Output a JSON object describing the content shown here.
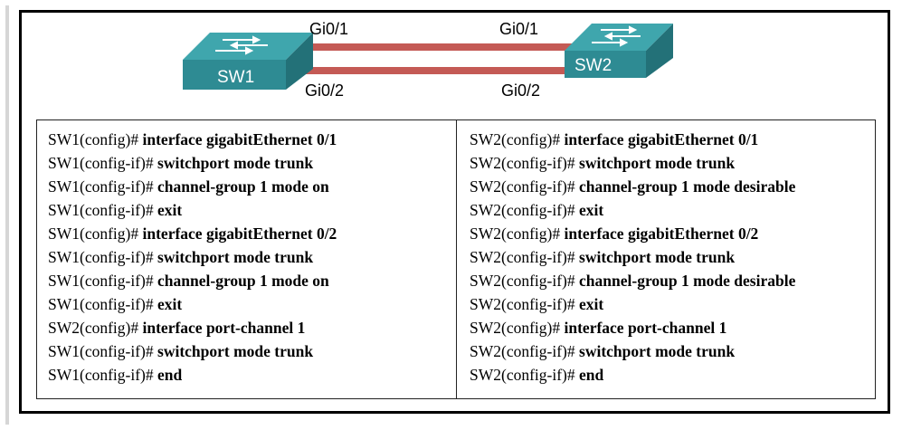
{
  "topology": {
    "switches": [
      {
        "id": "sw1",
        "label": "SW1"
      },
      {
        "id": "sw2",
        "label": "SW2"
      }
    ],
    "ports": {
      "sw1_top": "Gi0/1",
      "sw1_bottom": "Gi0/2",
      "sw2_top": "Gi0/1",
      "sw2_bottom": "Gi0/2"
    },
    "colors": {
      "switch_front": "#2e8b93",
      "switch_top": "#3fa6ad",
      "link": "#c45a55"
    }
  },
  "config": {
    "sw1": [
      {
        "prompt": "SW1(config)# ",
        "command": "interface gigabitEthernet 0/1"
      },
      {
        "prompt": "SW1(config-if)# ",
        "command": "switchport mode trunk"
      },
      {
        "prompt": "SW1(config-if)# ",
        "command": "channel-group 1 mode on"
      },
      {
        "prompt": "SW1(config-if)# ",
        "command": "exit"
      },
      {
        "prompt": "SW1(config)# ",
        "command": "interface gigabitEthernet 0/2"
      },
      {
        "prompt": "SW1(config-if)# ",
        "command": "switchport mode trunk"
      },
      {
        "prompt": "SW1(config-if)# ",
        "command": "channel-group 1 mode on"
      },
      {
        "prompt": "SW1(config-if)# ",
        "command": "exit"
      },
      {
        "prompt": "SW2(config)# ",
        "command": "interface port-channel 1"
      },
      {
        "prompt": "SW1(config-if)# ",
        "command": "switchport mode trunk"
      },
      {
        "prompt": "SW1(config-if)# ",
        "command": "end"
      }
    ],
    "sw2": [
      {
        "prompt": "SW2(config)# ",
        "command": "interface gigabitEthernet 0/1"
      },
      {
        "prompt": "SW2(config-if)# ",
        "command": "switchport mode trunk"
      },
      {
        "prompt": "SW2(config-if)# ",
        "command": "channel-group 1 mode desirable"
      },
      {
        "prompt": "SW2(config-if)# ",
        "command": "exit"
      },
      {
        "prompt": "SW2(config)# ",
        "command": "interface gigabitEthernet 0/2"
      },
      {
        "prompt": "SW2(config-if)# ",
        "command": "switchport mode trunk"
      },
      {
        "prompt": "SW2(config-if)# ",
        "command": "channel-group 1 mode desirable"
      },
      {
        "prompt": "SW2(config-if)# ",
        "command": "exit"
      },
      {
        "prompt": "SW2(config)# ",
        "command": "interface port-channel 1"
      },
      {
        "prompt": "SW2(config-if)# ",
        "command": "switchport mode trunk"
      },
      {
        "prompt": "SW2(config-if)# ",
        "command": "end"
      }
    ]
  }
}
